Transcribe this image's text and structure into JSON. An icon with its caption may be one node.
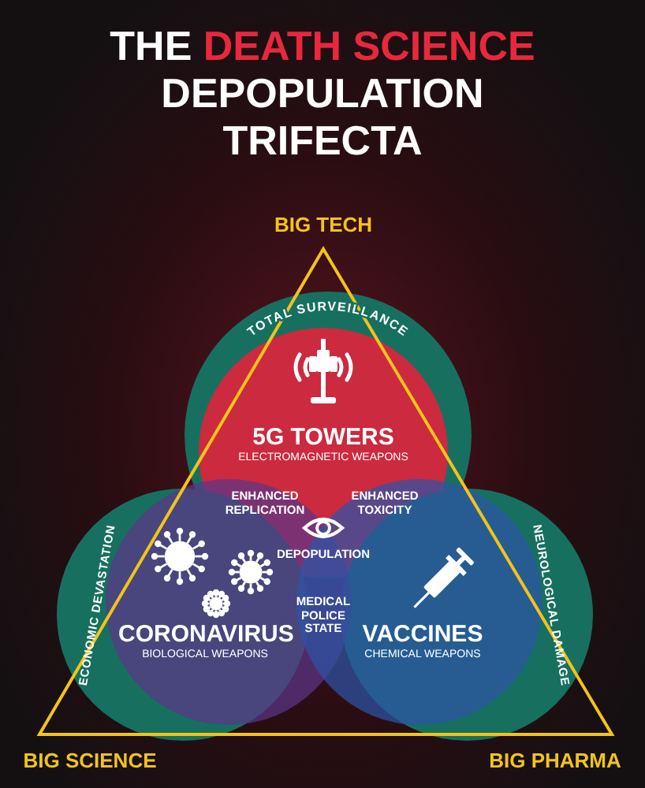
{
  "diagram": {
    "title": "THE **DEATH SCIENCE** DEPOPULATION TRIFECTA",
    "nodes": [
      {
        "text": [
          "TOTAL SURVEILLANCE"
        ]
      },
      {
        "text": [
          "ECONOMIC DEVASTATION"
        ]
      },
      {
        "text": [
          "NEUROLOGICAL DAMAGE"
        ]
      },
      {
        "text": [
          "5G TOWERS",
          "ELECTROMAGNETIC WEAPONS"
        ],
        "in": 0
      },
      {
        "text": [
          "CORONAVIRUS",
          "BIOLOGICAL WEAPONS"
        ]
      },
      {
        "text": [
          "VACCINES",
          "CHEMICAL WEAPONS"
        ]
      }
    ],
    "edges": [],
    "labels": [
      "BIG TECH",
      "ENHANCED REPLICATION",
      "ENHANCED TOXICITY",
      "DEPOPULATION",
      "MEDICAL POLICE STATE",
      "BIG SCIENCE",
      "BIG PHARMA"
    ]
  }
}
